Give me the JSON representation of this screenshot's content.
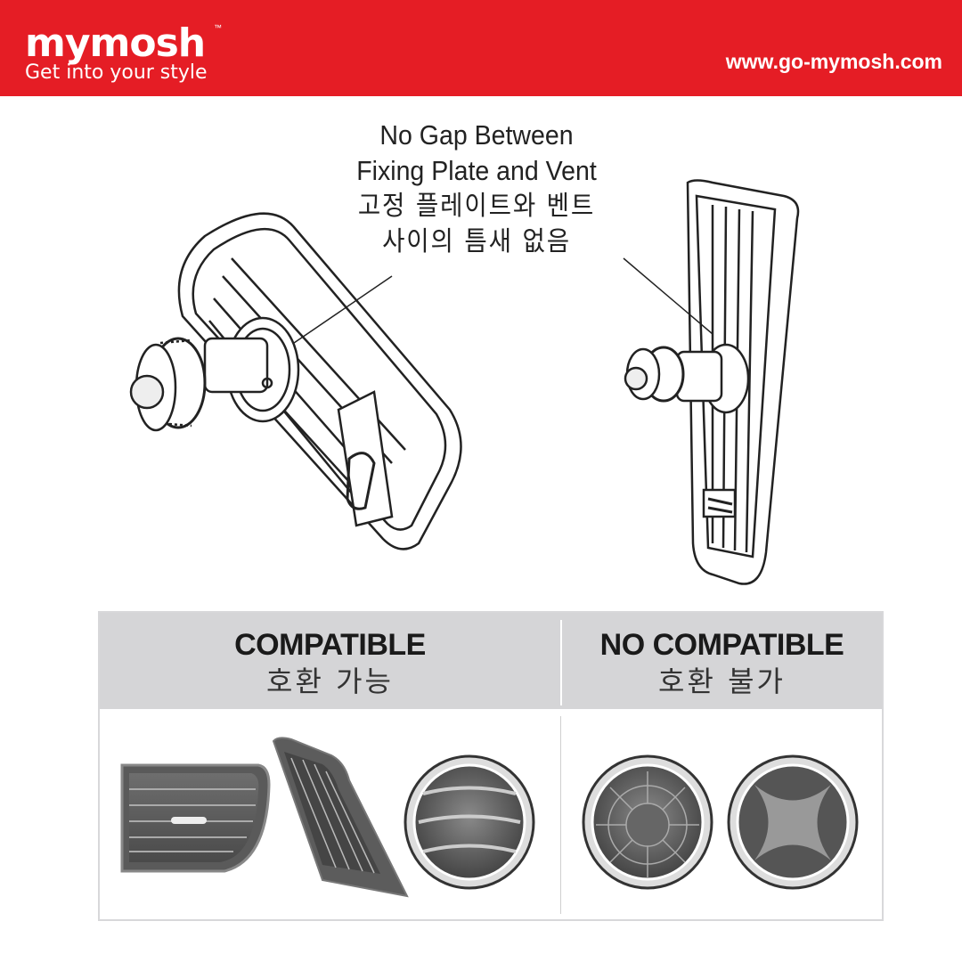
{
  "header": {
    "brand": "mymosh",
    "trademark": "™",
    "tagline": "Get into your style",
    "url": "www.go-mymosh.com",
    "brand_color": "#e51d25"
  },
  "callout": {
    "en_line1": "No Gap Between",
    "en_line2": "Fixing Plate and Vent",
    "ko_line1": "고정 플레이트와 벤트",
    "ko_line2": "사이의 틈새 없음"
  },
  "compatibility": {
    "compatible": {
      "en": "COMPATIBLE",
      "ko": "호환 가능"
    },
    "not_compatible": {
      "en": "NO COMPATIBLE",
      "ko": "호환 불가"
    }
  }
}
